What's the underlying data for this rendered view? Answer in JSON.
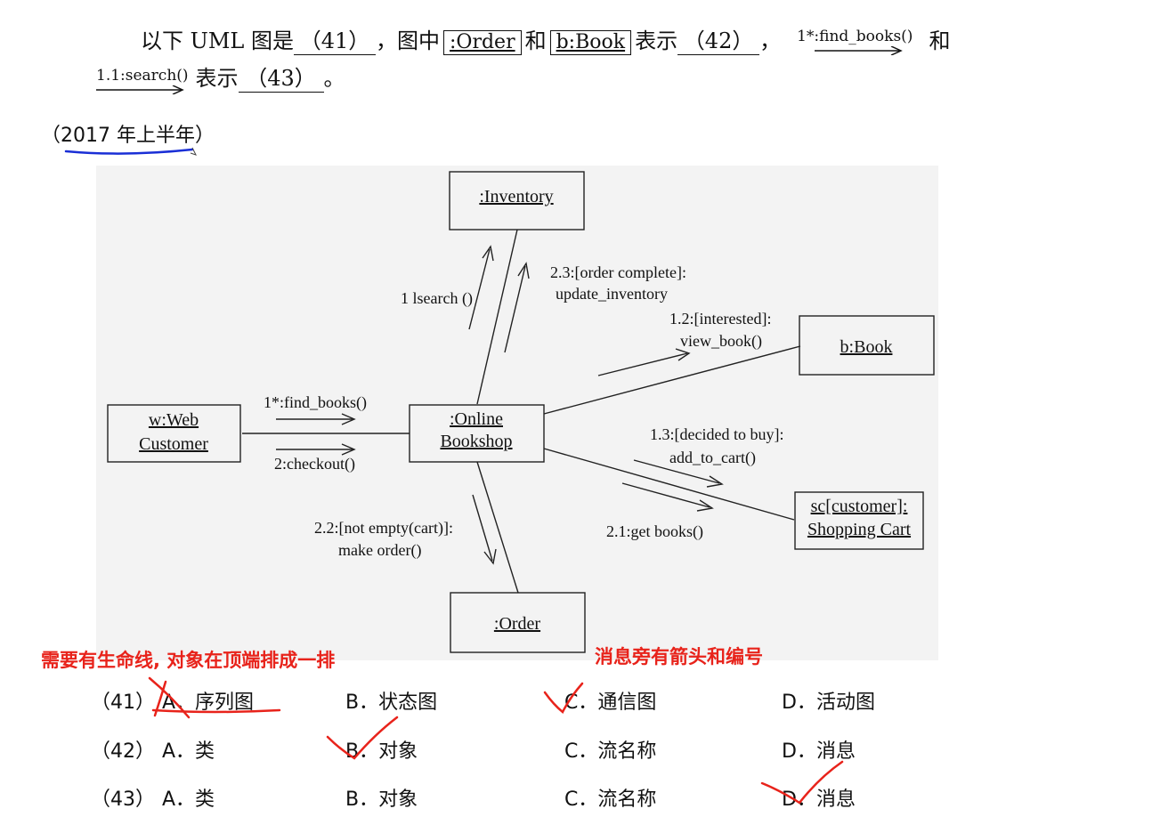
{
  "question": {
    "line1_part1": "以下 UML 图是",
    "blank41": "（41）",
    "line1_part2": "，图中",
    "obj_order": ":Order",
    "he": "和",
    "obj_book": "b:Book",
    "biaoshi": "表示",
    "blank42": "（42）",
    "comma": "，",
    "msg_find_books": "1*:find_books()",
    "he2": "和",
    "msg_search": "1.1:search()",
    "biaoshi2": "表示",
    "blank43": "（43）",
    "period": "。"
  },
  "year_label": "（2017 年上半年）",
  "diagram": {
    "objects": {
      "inventory": ":Inventory",
      "book": "b:Book",
      "web_customer_1": "w:Web",
      "web_customer_2": "Customer",
      "bookshop_1": ":Online",
      "bookshop_2": "Bookshop",
      "cart_1": "sc[customer]:",
      "cart_2": "Shopping Cart",
      "order": ":Order"
    },
    "messages": {
      "search": "1 lsearch ()",
      "update_1": "2.3:[order complete]:",
      "update_2": "update_inventory",
      "view_1": "1.2:[interested]:",
      "view_2": "view_book()",
      "find_books": "1*:find_books()",
      "checkout": "2:checkout()",
      "cart_1": "1.3:[decided to buy]:",
      "cart_2": "add_to_cart()",
      "get_books": "2.1:get books()",
      "make_1": "2.2:[not empty(cart)]:",
      "make_2": "make order()"
    }
  },
  "notes": {
    "left": "需要有生命线, 对象在顶端排成一排",
    "right": "消息旁有箭头和编号"
  },
  "options": [
    {
      "num": "（41）",
      "a": "A．序列图",
      "b": "B．状态图",
      "c": "C．通信图",
      "d": "D．活动图"
    },
    {
      "num": "（42）",
      "a": "A．类",
      "b": "B．对象",
      "c": "C．流名称",
      "d": "D．消息"
    },
    {
      "num": "（43）",
      "a": "A．类",
      "b": "B．对象",
      "c": "C．流名称",
      "d": "D．消息"
    }
  ],
  "colors": {
    "annotation_red": "#e8231b",
    "annotation_blue": "#1a2fd6"
  }
}
